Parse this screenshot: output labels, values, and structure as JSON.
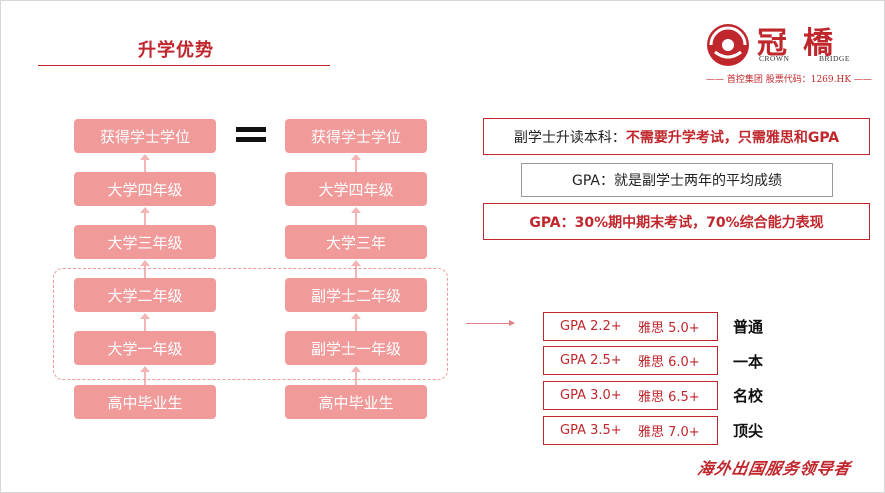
{
  "header": {
    "title": "升学优势"
  },
  "logo": {
    "name_cn": "冠橋",
    "name_en_left": "CROWN",
    "name_en_right": "BRIDGE",
    "tagline": "—— 首控集团 股票代码：1269.HK ——"
  },
  "ladder_left": [
    "获得学士学位",
    "大学四年级",
    "大学三年级",
    "大学二年级",
    "大学一年级",
    "高中毕业生"
  ],
  "ladder_right": [
    "获得学士学位",
    "大学四年级",
    "大学三年",
    "副学士二年级",
    "副学士一年级",
    "高中毕业生"
  ],
  "info": {
    "line1_prefix": "副学士升读本科：",
    "line1_highlight": "不需要升学考试，只需雅思和GPA",
    "line2": "GPA：就是副学士两年的平均成绩",
    "line3": "GPA：30%期中期末考试，70%综合能力表现"
  },
  "requirements": [
    {
      "gpa": "GPA 2.2+",
      "ielts": "雅思 5.0+",
      "level": "普通"
    },
    {
      "gpa": "GPA 2.5+",
      "ielts": "雅思 6.0+",
      "level": "一本"
    },
    {
      "gpa": "GPA 3.0+",
      "ielts": "雅思 6.5+",
      "level": "名校"
    },
    {
      "gpa": "GPA 3.5+",
      "ielts": "雅思 7.0+",
      "level": "顶尖"
    }
  ],
  "footer": {
    "slogan": "海外出国服务领导者"
  },
  "colors": {
    "accent": "#c0272d",
    "box": "#f19a9a"
  }
}
